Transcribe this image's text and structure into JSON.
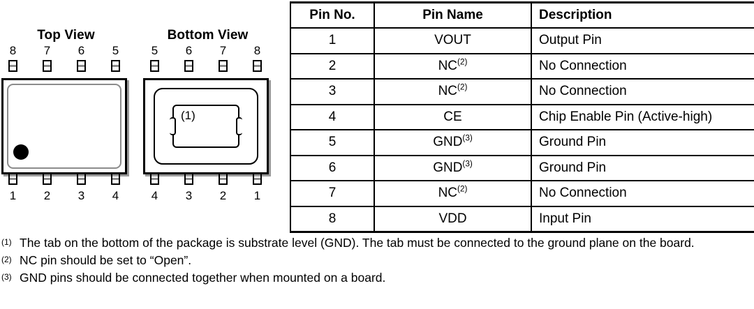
{
  "packages": [
    {
      "title": "Top View",
      "view": "top",
      "top_pins": [
        "8",
        "7",
        "6",
        "5"
      ],
      "bottom_pins": [
        "1",
        "2",
        "3",
        "4"
      ],
      "has_pin1_dot": true,
      "tab_label": ""
    },
    {
      "title": "Bottom View",
      "view": "bottom",
      "top_pins": [
        "5",
        "6",
        "7",
        "8"
      ],
      "bottom_pins": [
        "4",
        "3",
        "2",
        "1"
      ],
      "has_pin1_dot": false,
      "tab_label": "(1)"
    }
  ],
  "table": {
    "headers": [
      "Pin No.",
      "Pin Name",
      "Description"
    ],
    "rows": [
      {
        "no": "1",
        "name": "VOUT",
        "note": "",
        "desc": "Output Pin"
      },
      {
        "no": "2",
        "name": "NC",
        "note": "(2)",
        "desc": "No Connection"
      },
      {
        "no": "3",
        "name": "NC",
        "note": "(2)",
        "desc": "No Connection"
      },
      {
        "no": "4",
        "name": "CE",
        "note": "",
        "desc": "Chip Enable Pin (Active-high)"
      },
      {
        "no": "5",
        "name": "GND",
        "note": "(3)",
        "desc": "Ground Pin"
      },
      {
        "no": "6",
        "name": "GND",
        "note": "(3)",
        "desc": "Ground Pin"
      },
      {
        "no": "7",
        "name": "NC",
        "note": "(2)",
        "desc": "No Connection"
      },
      {
        "no": "8",
        "name": "VDD",
        "note": "",
        "desc": "Input Pin"
      }
    ]
  },
  "footnotes": [
    {
      "mark": "(1)",
      "text": "The tab on the bottom of the package is substrate level (GND). The tab must be connected to the ground plane on the board."
    },
    {
      "mark": "(2)",
      "text": "NC pin should be set to “Open”."
    },
    {
      "mark": "(3)",
      "text": "GND pins should be connected together when mounted on a board."
    }
  ],
  "colors": {
    "line": "#000000",
    "shadow": "#9a9a9a",
    "lead_band": "#8c8c8c",
    "background": "#ffffff"
  }
}
